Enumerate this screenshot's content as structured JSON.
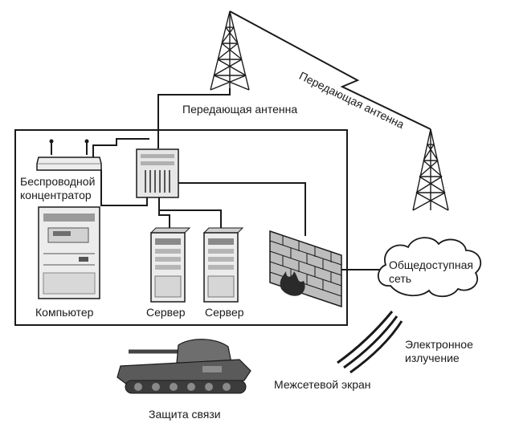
{
  "labels": {
    "antenna_left": "Передающая антенна",
    "antenna_right": "Передающая антенна",
    "hub_line1": "Беспроводной",
    "hub_line2": "концентратор",
    "computer": "Компьютер",
    "server_1": "Сервер",
    "server_2": "Сервер",
    "public_net_line1": "Общедоступная",
    "public_net_line2": "сеть",
    "emission_line1": "Электронное",
    "emission_line2": "излучение",
    "firewall": "Межсетевой экран",
    "comm_protection": "Защита связи"
  },
  "colors": {
    "line": "#1a1a1a",
    "device_fill": "#ececec",
    "device_dark": "#555555",
    "cloud_fill": "#ffffff",
    "tank_fill": "#6e6e6e",
    "brick_fill": "#bdbdbd"
  },
  "icons": [
    "antenna-tower-icon",
    "wireless-hub-icon",
    "switch-rack-icon",
    "computer-tower-icon",
    "server-icon",
    "firewall-brick-wall-icon",
    "cloud-icon",
    "radiation-waves-icon",
    "tank-icon"
  ]
}
